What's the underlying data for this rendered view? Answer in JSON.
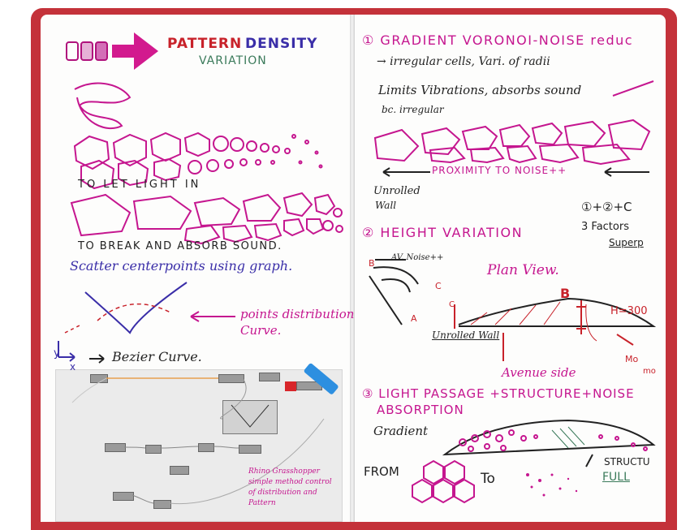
{
  "left_page": {
    "title_pattern": "PATTERN",
    "title_density": "DENSITY",
    "title_variation": "VARIATION",
    "caption_light": "TO LET LIGHT IN",
    "caption_sound": "TO BREAK AND ABSORB SOUND.",
    "note_scatter": "Scatter centerpoints using graph.",
    "note_points_1": "points distribution",
    "note_points_2": "Curve.",
    "axis_y": "y",
    "axis_x": "x",
    "bezier_label": "Bezier Curve.",
    "gh_note_1": "Rhino Grasshopper",
    "gh_note_2": "simple method control",
    "gh_note_3": "of distribution and",
    "gh_note_4": "Pattern"
  },
  "right_page": {
    "section1_title": "① GRADIENT VORONOI-NOISE reduc",
    "s1_line1": "→ irregular cells, Vari. of radii",
    "s1_line2": "Limits Vibrations, absorbs sound",
    "s1_line3": "bc. irregular",
    "proximity": "PROXIMITY TO NOISE++",
    "unrolled_wall_1": "Unrolled",
    "unrolled_wall_2": "Wall",
    "factors_eq": "①+②+C",
    "factors_1": "3 Factors",
    "factors_2": "Superp",
    "section2_title": "② HEIGHT VARIATION",
    "av_noise": "AV. Noise++",
    "plan_view": "Plan View.",
    "label_b": "B",
    "label_b_small": "B",
    "label_a": "A",
    "label_c": "C",
    "label_c2": "C",
    "height_value": "H=300",
    "unrolled_wall_label": "Unrolled Wall",
    "avenue_side": "Avenue side",
    "mo_label": "Mo",
    "mo_label_2": "mo",
    "section3_title_1": "③ LIGHT PASSAGE +STRUCTURE+NOISE",
    "section3_title_2": "ABSORPTION",
    "gradient": "Gradient",
    "from": "FROM",
    "to": "To",
    "structure": "STRUCTU",
    "full": "FULL"
  },
  "colors": {
    "book_cover": "#c4323a",
    "ink_magenta": "#c5168f",
    "ink_blue": "#3a2ea8",
    "ink_black": "#222222",
    "ink_red": "#c8222a",
    "ink_green": "#3a7a5a"
  }
}
